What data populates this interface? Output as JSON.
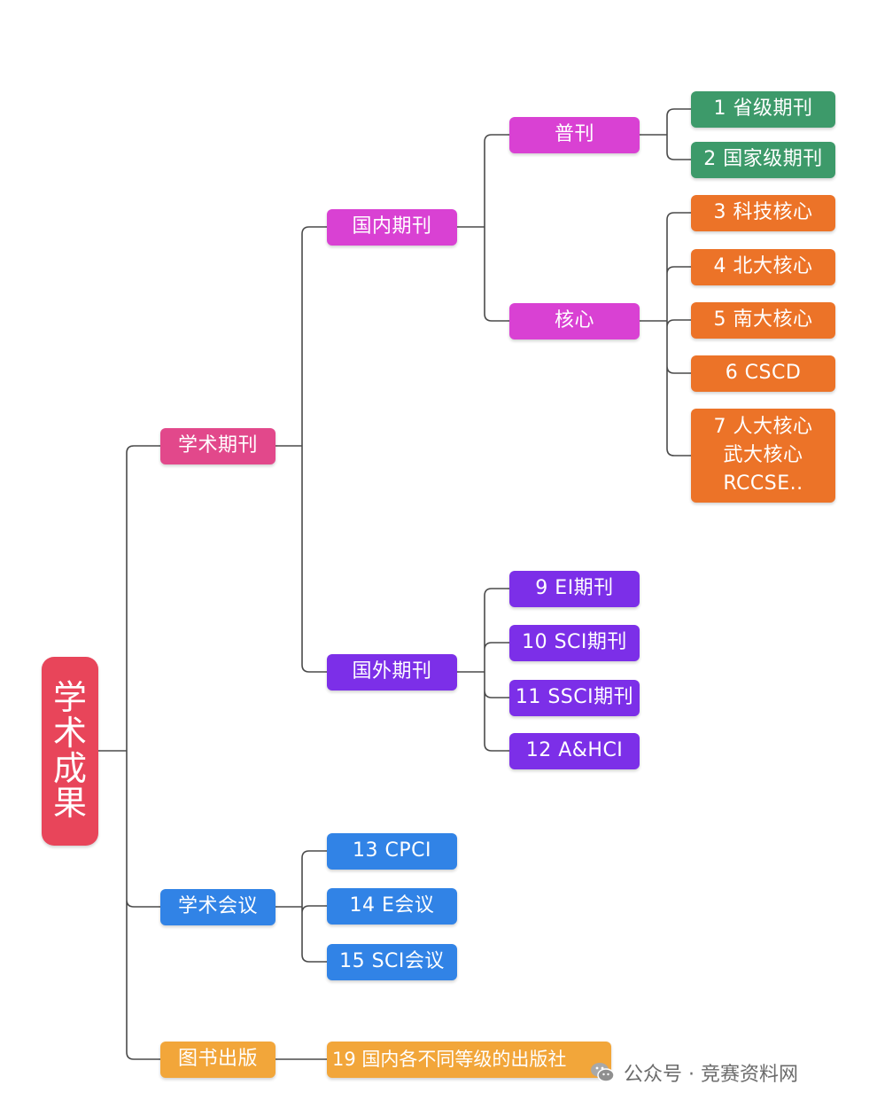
{
  "colors": {
    "root": "#e8455a",
    "journal": "#e2488b",
    "domestic": "#d941d3",
    "general": "#d941d3",
    "core": "#d941d3",
    "provincial": "#3d9a6a",
    "tech_core": "#ec7328",
    "foreign": "#7c2fe8",
    "foreign_child": "#7c2fe8",
    "conference": "#3183e6",
    "book": "#f2a63a",
    "line": "#4a4a4a"
  },
  "diagram": {
    "root": "学术成果",
    "journal": "学术期刊",
    "domestic": "国内期刊",
    "general": "普刊",
    "provincial": "1 省级期刊",
    "national": "2 国家级期刊",
    "core": "核心",
    "tech_core": "3 科技核心",
    "pku_core": "4 北大核心",
    "nju_core": "5 南大核心",
    "cscd": "6 CSCD",
    "renda_line1": "7 人大核心",
    "renda_line2": "武大核心",
    "renda_line3": "RCCSE..",
    "foreign": "国外期刊",
    "ei": "9 EI期刊",
    "sci": "10 SCI期刊",
    "ssci": "11 SSCI期刊",
    "ahci": "12 A&HCI",
    "conference": "学术会议",
    "cpci": "13 CPCI",
    "e_conf": "14 E会议",
    "sci_conf": "15 SCI会议",
    "book": "图书出版",
    "publishers": "19 国内各不同等级的出版社"
  },
  "watermark": {
    "icon": "wechat-icon",
    "text": "公众号 · 竞赛资料网"
  }
}
